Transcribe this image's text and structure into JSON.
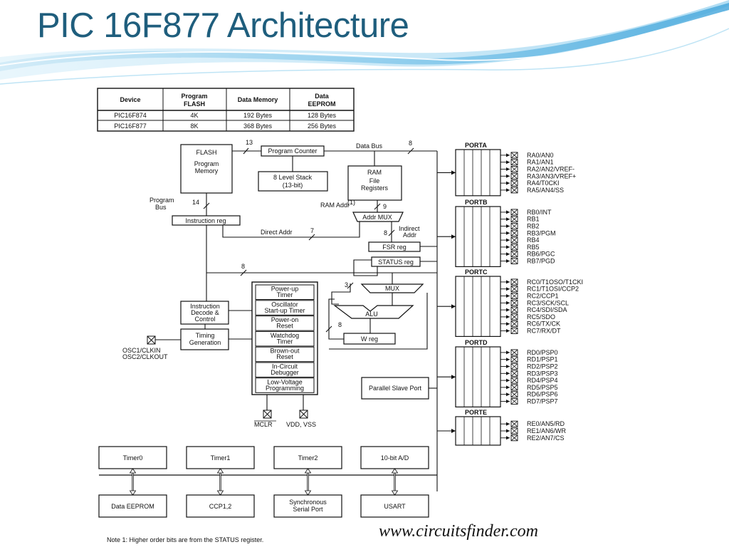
{
  "slide": {
    "title": "PIC 16F877 Architecture",
    "watermark": "www.circuitsfinder.com",
    "note": "Note 1: Higher order bits are from the STATUS register."
  },
  "device_table": {
    "headers": [
      "Device",
      "Program FLASH",
      "Data Memory",
      "Data EEPROM"
    ],
    "rows": [
      [
        "PIC16F874",
        "4K",
        "192 Bytes",
        "128 Bytes"
      ],
      [
        "PIC16F877",
        "8K",
        "368 Bytes",
        "256 Bytes"
      ]
    ]
  },
  "blocks": {
    "flash": [
      "FLASH",
      "Program",
      "Memory"
    ],
    "program_counter": "Program Counter",
    "stack": [
      "8 Level Stack",
      "(13-bit)"
    ],
    "ram": [
      "RAM",
      "File",
      "Registers"
    ],
    "instruction_reg": "Instruction reg",
    "addr_mux": "Addr MUX",
    "fsr_reg": "FSR reg",
    "status_reg": "STATUS reg",
    "mux": "MUX",
    "alu": "ALU",
    "w_reg": "W reg",
    "instruction_decode": [
      "Instruction",
      "Decode &",
      "Control"
    ],
    "timing_generation": [
      "Timing",
      "Generation"
    ],
    "parallel_slave_port": "Parallel Slave Port",
    "control_stack": [
      [
        "Power-up",
        "Timer"
      ],
      [
        "Oscillator",
        "Start-up Timer"
      ],
      [
        "Power-on",
        "Reset"
      ],
      [
        "Watchdog",
        "Timer"
      ],
      [
        "Brown-out",
        "Reset"
      ],
      [
        "In-Circuit",
        "Debugger"
      ],
      [
        "Low-Voltage",
        "Programming"
      ]
    ]
  },
  "bus_labels": {
    "data_bus": "Data Bus",
    "program_bus": [
      "Program",
      "Bus"
    ],
    "direct_addr": "Direct Addr",
    "indirect_addr": [
      "Indirect",
      "Addr"
    ],
    "ram_addr": "RAM Addr",
    "ram_addr_sup": "(1)",
    "widths": {
      "pc": "13",
      "data_bus": "8",
      "program_bus": "14",
      "direct": "7",
      "ram_addr": "9",
      "indirect": "8",
      "status_bus": "8",
      "alu_in": "3",
      "w_fb": "8"
    }
  },
  "osc_pins": [
    "OSC1/CLKIN",
    "OSC2/CLKOUT"
  ],
  "bottom_pins": [
    "MCLR",
    "VDD, VSS"
  ],
  "peripherals": {
    "row1": [
      "Timer0",
      "Timer1",
      "Timer2",
      "10-bit A/D"
    ],
    "row2": [
      "Data EEPROM",
      "CCP1,2",
      [
        "Synchronous",
        "Serial Port"
      ],
      "USART"
    ]
  },
  "ports": [
    {
      "name": "PORTA",
      "pins": [
        "RA0/AN0",
        "RA1/AN1",
        "RA2/AN2/VREF-",
        "RA3/AN3/VREF+",
        "RA4/T0CKI",
        "RA5/AN4/SS"
      ]
    },
    {
      "name": "PORTB",
      "pins": [
        "RB0/INT",
        "RB1",
        "RB2",
        "RB3/PGM",
        "RB4",
        "RB5",
        "RB6/PGC",
        "RB7/PGD"
      ]
    },
    {
      "name": "PORTC",
      "pins": [
        "RC0/T1OSO/T1CKI",
        "RC1/T1OSI/CCP2",
        "RC2/CCP1",
        "RC3/SCK/SCL",
        "RC4/SDI/SDA",
        "RC5/SDO",
        "RC6/TX/CK",
        "RC7/RX/DT"
      ]
    },
    {
      "name": "PORTD",
      "pins": [
        "RD0/PSP0",
        "RD1/PSP1",
        "RD2/PSP2",
        "RD3/PSP3",
        "RD4/PSP4",
        "RD5/PSP5",
        "RD6/PSP6",
        "RD7/PSP7"
      ]
    },
    {
      "name": "PORTE",
      "pins": [
        "RE0/AN5/RD",
        "RE1/AN6/WR",
        "RE2/AN7/CS"
      ]
    }
  ]
}
